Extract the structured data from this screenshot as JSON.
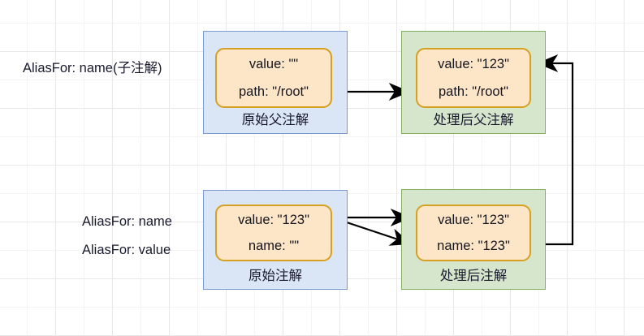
{
  "diagram": {
    "title": "AliasFor annotation resolution",
    "colors": {
      "card_fill": "#fde5c8",
      "card_border": "#d6a022",
      "group_blue_fill": "#dae5f5",
      "group_blue_border": "#7a9bd0",
      "group_green_fill": "#d6e6cd",
      "group_green_border": "#84b063",
      "edge": "#000000",
      "text": "#1a1a2e",
      "grid_minor": "#f4f4f4",
      "grid_major": "#e8e8e8"
    }
  },
  "labels": {
    "top_alias": "AliasFor: name(子注解)",
    "bottom_alias_1": "AliasFor: name",
    "bottom_alias_2": "AliasFor: value"
  },
  "nodes": {
    "original_parent": {
      "caption": "原始父注解",
      "lines": [
        "value: \"\"",
        "path: \"/root\""
      ]
    },
    "processed_parent": {
      "caption": "处理后父注解",
      "lines": [
        "value: \"123\"",
        "path: \"/root\""
      ]
    },
    "original": {
      "caption": "原始注解",
      "lines": [
        "value: \"123\"",
        "name: \"\""
      ]
    },
    "processed": {
      "caption": "处理后注解",
      "lines": [
        "value: \"123\"",
        "name: \"123\""
      ]
    }
  },
  "edges": [
    {
      "id": "edge-parent-to-processed-parent",
      "from": "original_parent",
      "to": "processed_parent",
      "style": "straight"
    },
    {
      "id": "edge-orig-value-to-proc-value",
      "from": "original",
      "to": "processed",
      "style": "straight"
    },
    {
      "id": "edge-orig-value-to-proc-name",
      "from": "original",
      "to": "processed",
      "style": "diagonal"
    },
    {
      "id": "edge-proc-name-to-proc-parent-value",
      "from": "processed",
      "to": "processed_parent",
      "style": "orthogonal-feedback"
    }
  ]
}
